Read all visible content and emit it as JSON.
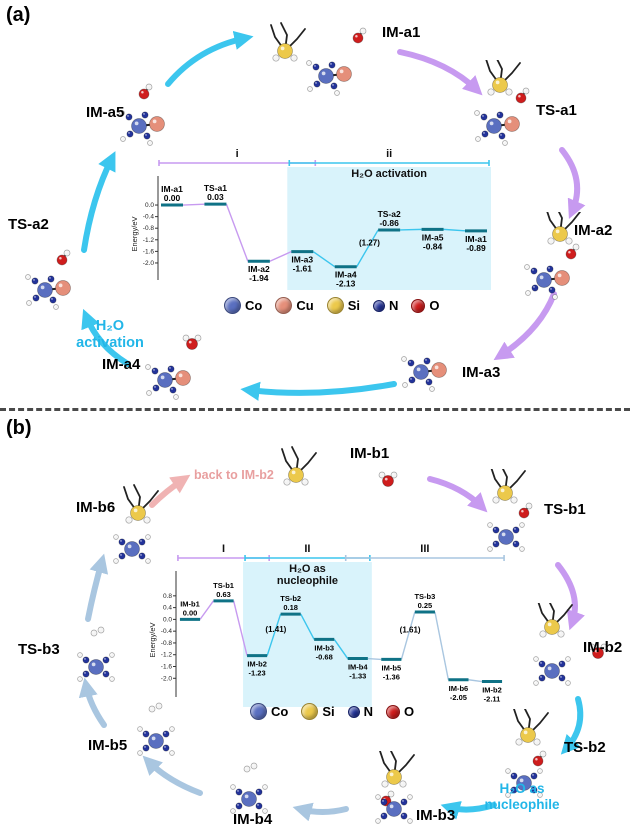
{
  "accent_colors": {
    "cyan": "#3cc6ee",
    "purple": "#c79af0",
    "steel": "#a9c6e0",
    "pink": "#f0b3b3",
    "shade": "#d9f3fb",
    "bar": "#0f7286"
  },
  "elements": {
    "Co": "#5a6fc0",
    "Cu": "#e58f7a",
    "Si": "#ecc94b",
    "N": "#23339b",
    "O": "#cf1d1d",
    "H": "#f4f4f4"
  },
  "panel_a": {
    "label": "(a)",
    "nodes": [
      {
        "id": "IM-a1",
        "label": "IM-a1"
      },
      {
        "id": "TS-a1",
        "label": "TS-a1"
      },
      {
        "id": "IM-a2",
        "label": "IM-a2"
      },
      {
        "id": "IM-a3",
        "label": "IM-a3"
      },
      {
        "id": "IM-a4",
        "label": "IM-a4"
      },
      {
        "id": "TS-a2",
        "label": "TS-a2"
      },
      {
        "id": "IM-a5",
        "label": "IM-a5"
      }
    ],
    "cycle_annotation": {
      "line1": "H₂O",
      "line2": "activation"
    },
    "legend": [
      {
        "symbol": "Co"
      },
      {
        "symbol": "Cu"
      },
      {
        "symbol": "Si"
      },
      {
        "symbol": "N"
      },
      {
        "symbol": "O"
      }
    ]
  },
  "panel_b": {
    "label": "(b)",
    "nodes": [
      {
        "id": "IM-b1",
        "label": "IM-b1"
      },
      {
        "id": "TS-b1",
        "label": "TS-b1"
      },
      {
        "id": "IM-b2",
        "label": "IM-b2"
      },
      {
        "id": "TS-b2",
        "label": "TS-b2"
      },
      {
        "id": "IM-b3",
        "label": "IM-b3"
      },
      {
        "id": "IM-b4",
        "label": "IM-b4"
      },
      {
        "id": "IM-b5",
        "label": "IM-b5"
      },
      {
        "id": "TS-b3",
        "label": "TS-b3"
      },
      {
        "id": "IM-b6",
        "label": "IM-b6"
      }
    ],
    "back_annotation": "back to IM-b2",
    "cycle_annotation": {
      "line1": "H₂O as",
      "line2": "nucleophile"
    },
    "legend": [
      {
        "symbol": "Co"
      },
      {
        "symbol": "Si"
      },
      {
        "symbol": "N"
      },
      {
        "symbol": "O"
      }
    ]
  },
  "chart_data": [
    {
      "id": "a",
      "type": "line",
      "title": "",
      "ylabel": "Energy/eV",
      "ylim": [
        -2.45,
        0.45
      ],
      "yticks": [
        "0.0",
        "-0.4",
        "-0.8",
        "-1.2",
        "-1.6",
        "-2.0"
      ],
      "levels": [
        {
          "name": "IM-a1",
          "energy": "0.00"
        },
        {
          "name": "TS-a1",
          "energy": "0.03"
        },
        {
          "name": "IM-a2",
          "energy": "-1.94"
        },
        {
          "name": "IM-a3",
          "energy": "-1.61"
        },
        {
          "name": "IM-a4",
          "energy": "-2.13"
        },
        {
          "name": "TS-a2",
          "energy": "-0.86",
          "barrier": "(1.27)"
        },
        {
          "name": "IM-a5",
          "energy": "-0.84"
        },
        {
          "name": "IM-a1",
          "energy": "-0.89"
        }
      ],
      "regions": [
        {
          "label": "i",
          "from": 0,
          "to": 3,
          "color": "purple"
        },
        {
          "label": "ii",
          "from": 3,
          "to": 7,
          "color": "cyan",
          "title_lines": [
            "H₂O activation"
          ],
          "shaded": true
        }
      ]
    },
    {
      "id": "b",
      "type": "line",
      "title": "",
      "ylabel": "Energy/eV",
      "ylim": [
        -2.5,
        1.1
      ],
      "yticks": [
        "0.8",
        "0.4",
        "0.0",
        "-0.4",
        "-0.8",
        "-1.2",
        "-1.6",
        "-2.0"
      ],
      "levels": [
        {
          "name": "IM-b1",
          "energy": "0.00"
        },
        {
          "name": "TS-b1",
          "energy": "0.63"
        },
        {
          "name": "IM-b2",
          "energy": "-1.23"
        },
        {
          "name": "TS-b2",
          "energy": "0.18",
          "barrier": "(1.41)"
        },
        {
          "name": "IM-b3",
          "energy": "-0.68"
        },
        {
          "name": "IM-b4",
          "energy": "-1.33"
        },
        {
          "name": "IM-b5",
          "energy": "-1.36"
        },
        {
          "name": "TS-b3",
          "energy": "0.25",
          "barrier": "(1.61)"
        },
        {
          "name": "IM-b6",
          "energy": "-2.05"
        },
        {
          "name": "IM-b2",
          "energy": "-2.11"
        }
      ],
      "regions": [
        {
          "label": "I",
          "from": 0,
          "to": 2,
          "color": "purple"
        },
        {
          "label": "II",
          "from": 2,
          "to": 5,
          "color": "cyan",
          "title_lines": [
            "H₂O as",
            "nucleophile"
          ],
          "shaded": true
        },
        {
          "label": "III",
          "from": 5,
          "to": 9,
          "color": "steel"
        }
      ]
    }
  ]
}
